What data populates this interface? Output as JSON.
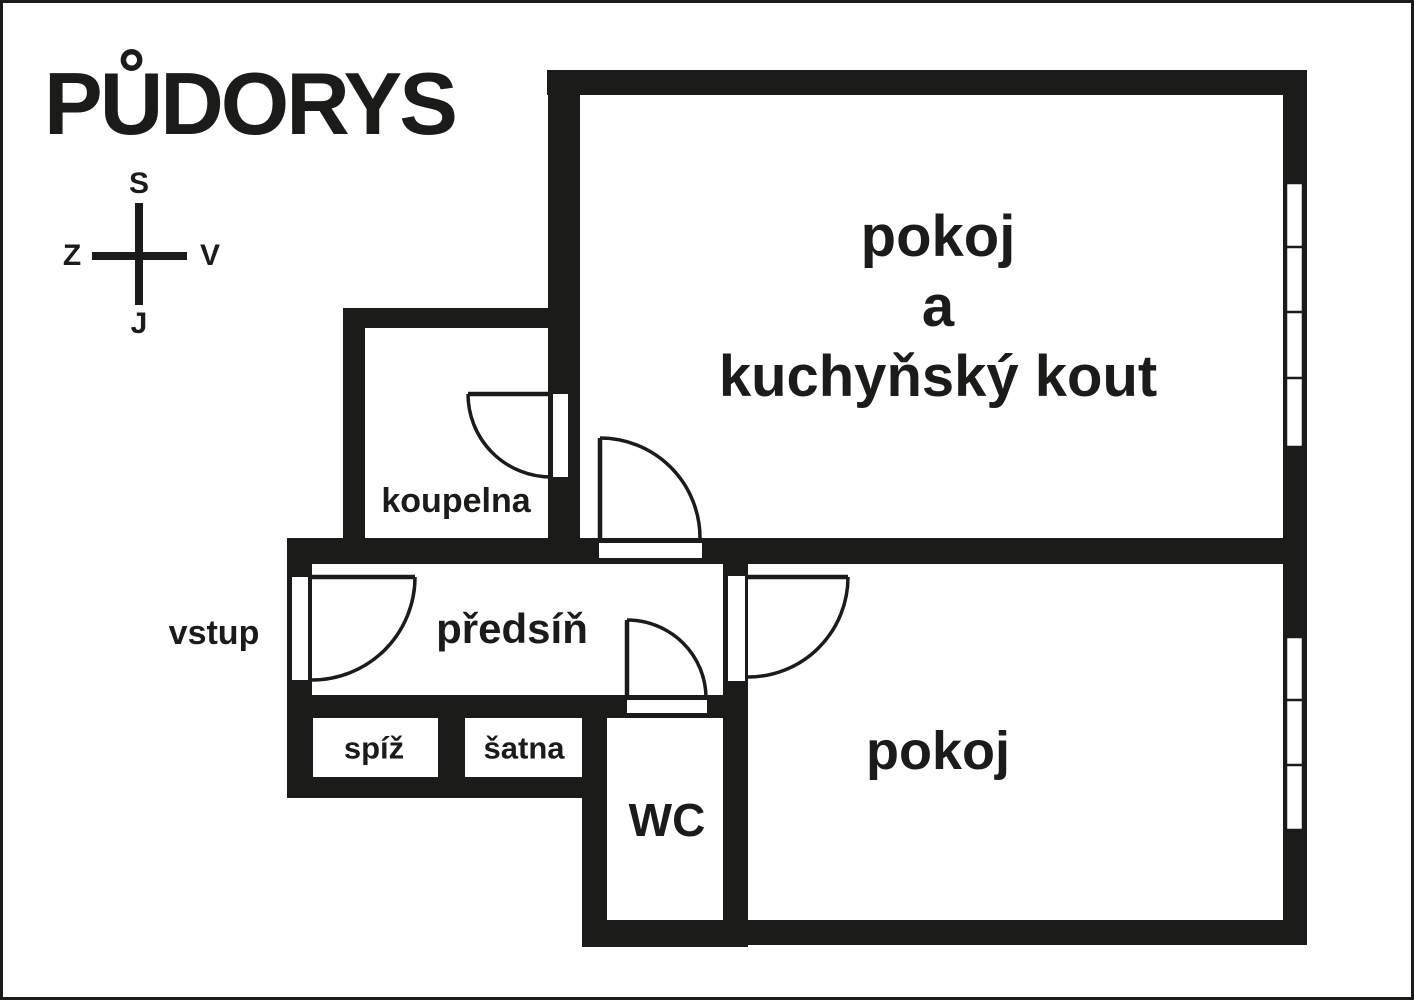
{
  "title": "PŮDORYS",
  "compass": {
    "north": "S",
    "south": "J",
    "west": "Z",
    "east": "V"
  },
  "rooms": {
    "kitchen": {
      "line1": "pokoj",
      "line2": "a",
      "line3": "kuchyňský kout"
    },
    "bathroom": {
      "label": "koupelna"
    },
    "hall": {
      "label": "předsíň"
    },
    "entrance": {
      "label": "vstup"
    },
    "pantry": {
      "label": "spíž"
    },
    "closet": {
      "label": "šatna"
    },
    "wc": {
      "label": "WC"
    },
    "room2": {
      "label": "pokoj"
    }
  },
  "colors": {
    "wall": "#1b1b19",
    "background": "#ffffff"
  }
}
